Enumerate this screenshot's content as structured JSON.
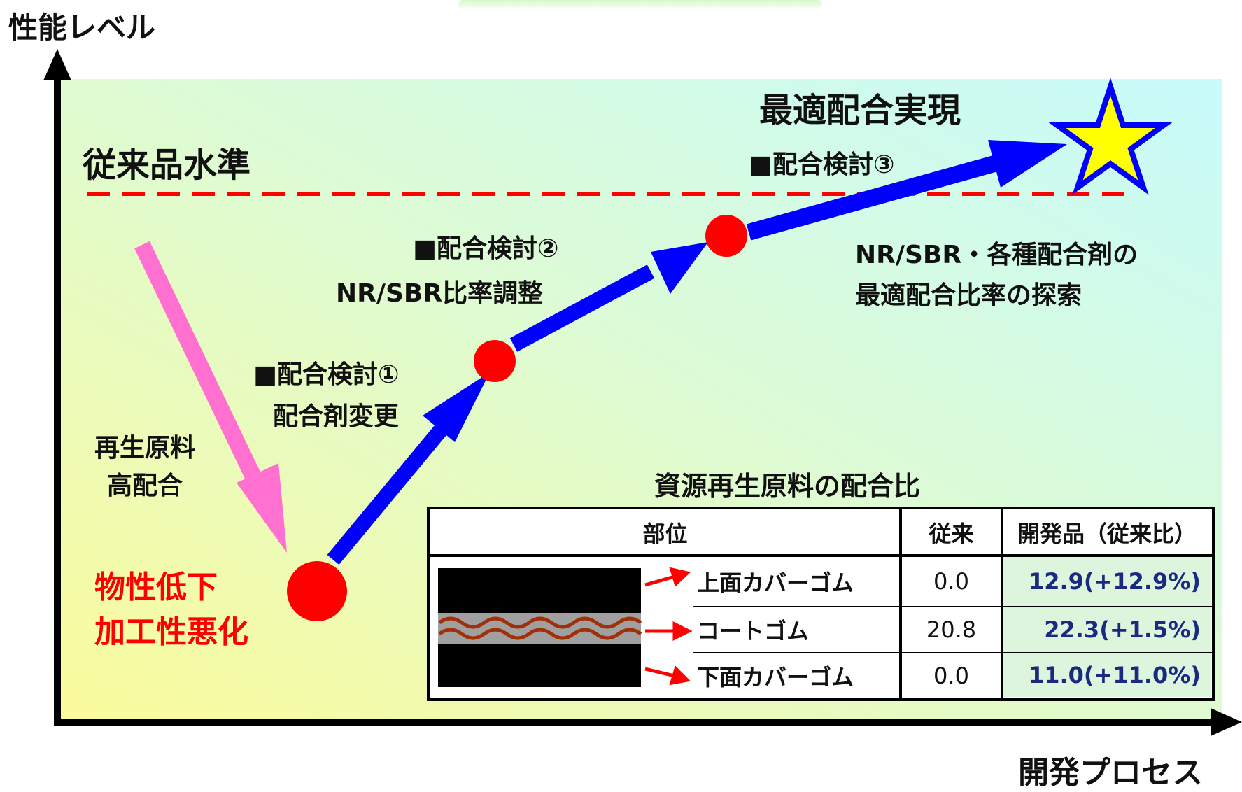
{
  "axes": {
    "y_label": "性能レベル",
    "x_label": "開発プロセス"
  },
  "reference_line": {
    "label": "従来品水準",
    "color": "#ff0000"
  },
  "goal": {
    "label": "最適配合実現"
  },
  "decline": {
    "cause": "再生原料\n高配合",
    "effect": "物性低下\n加工性悪化"
  },
  "steps": [
    {
      "title": "■配合検討①",
      "detail": "配合剤変更"
    },
    {
      "title": "■配合検討②",
      "detail": "NR/SBR比率調整"
    },
    {
      "title": "■配合検討③",
      "detail": "NR/SBR・各種配合剤の\n最適配合比率の探索"
    }
  ],
  "table": {
    "title": "資源再生原料の配合比",
    "headers": [
      "部位",
      "従来",
      "開発品（従来比）"
    ],
    "rows": [
      {
        "part": "上面カバーゴム",
        "conventional": "0.0",
        "developed": "12.9(+12.9%)"
      },
      {
        "part": "コートゴム",
        "conventional": "20.8",
        "developed": "22.3(+1.5%)"
      },
      {
        "part": "下面カバーゴム",
        "conventional": "0.0",
        "developed": "11.0(+11.0%)"
      }
    ]
  },
  "colors": {
    "progress_arrow": "#0000ff",
    "decline_arrow": "#ff70d0",
    "milestone": "#ff0000",
    "star_fill": "#ffff00",
    "star_stroke": "#0000ff",
    "dev_cell_text": "#1a2a80"
  }
}
